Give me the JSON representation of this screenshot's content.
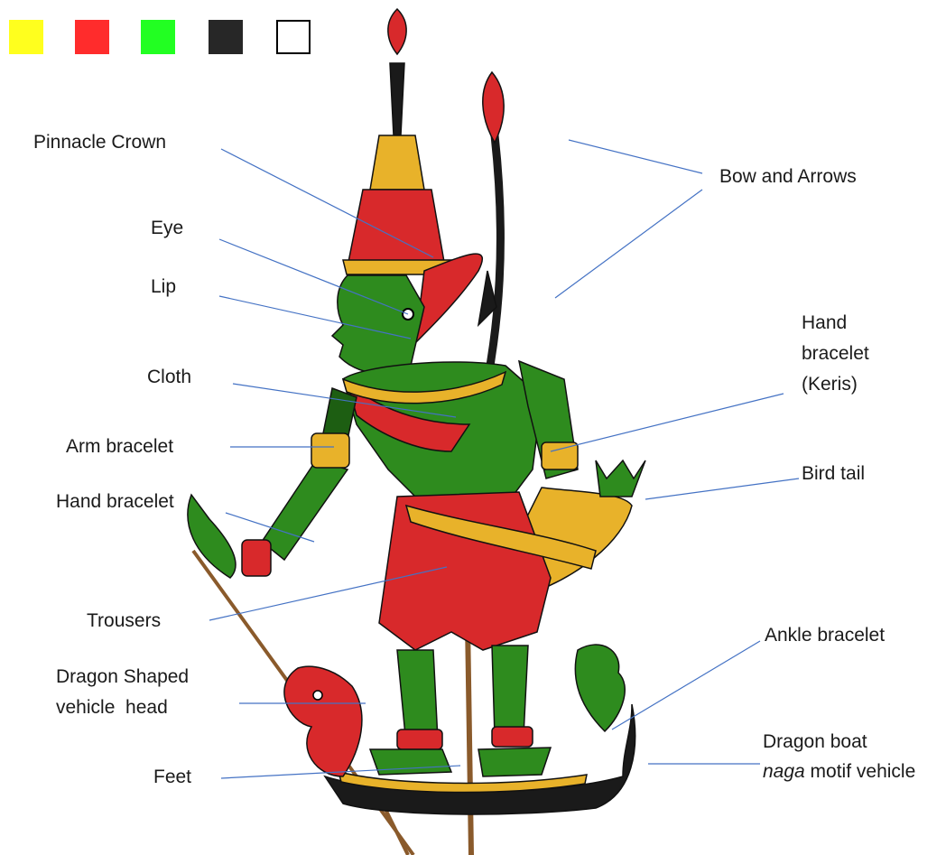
{
  "palette": [
    {
      "name": "yellow",
      "color": "#ffff1e"
    },
    {
      "name": "red",
      "color": "#ff2c2c"
    },
    {
      "name": "green",
      "color": "#22ff22"
    },
    {
      "name": "black",
      "color": "#272727"
    },
    {
      "name": "white",
      "color": "#ffffff"
    }
  ],
  "leader_color": "#4472c4",
  "figure_colors": {
    "skin": "#2e8b1e",
    "skin_dark": "#1d5e12",
    "red": "#d8292b",
    "gold": "#e8b22a",
    "black": "#1a1a1a",
    "stick": "#8a5a2b"
  },
  "labels": {
    "pinnacle_crown": "Pinnacle Crown",
    "bow_and_arrows": "Bow and Arrows",
    "eye": "Eye",
    "lip": "Lip",
    "hand_bracelet_keris_1": "Hand",
    "hand_bracelet_keris_2": "bracelet",
    "hand_bracelet_keris_3": "(Keris)",
    "cloth": "Cloth",
    "arm_bracelet": "Arm bracelet",
    "bird_tail": "Bird tail",
    "hand_bracelet": "Hand bracelet",
    "trousers": "Trousers",
    "ankle_bracelet": "Ankle bracelet",
    "dragon_head_1": "Dragon Shaped",
    "dragon_head_2": "vehicle  head",
    "dragon_boat_1": "Dragon boat",
    "dragon_boat_naga": "naga",
    "dragon_boat_2": " motif vehicle",
    "feet": "Feet"
  }
}
